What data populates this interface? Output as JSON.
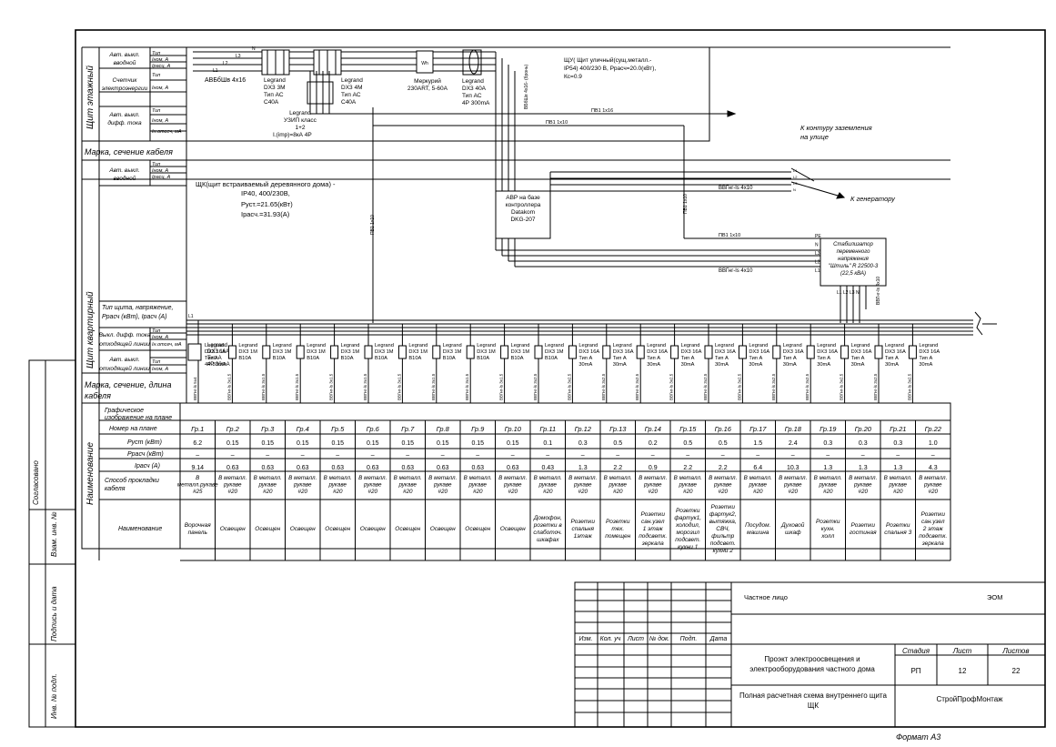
{
  "left_stamps": {
    "agreed": "Согласовано",
    "replaced_inv": "Взам. инв. №",
    "sign_date": "Подпись и дата",
    "inv_no": "Инв. № подл."
  },
  "sections": {
    "floor_panel": "Щит этажный",
    "apt_panel": "Щит квартирный",
    "names": "Наименование"
  },
  "floor_rows": [
    {
      "label1": "Авт. выкл.",
      "label2": "вводной",
      "params": [
        "Тип",
        "Iном, А",
        "Iрасц, А"
      ]
    },
    {
      "label1": "Счетчик",
      "label2": "электроэнергии",
      "params": [
        "Тип",
        "Iном, А"
      ]
    },
    {
      "label1": "Авт. выкл.",
      "label2": "дифф. тока",
      "params": [
        "Тип",
        "Iном, А",
        "Iн.отсеч, мА"
      ]
    }
  ],
  "cable_mark": "Марка, сечение кабеля",
  "apt_rows_top": {
    "label1": "Авт. выкл.",
    "label2": "вводной",
    "params": [
      "Тип",
      "Iном, А",
      "Iрасц, А"
    ]
  },
  "apt_panel_type": {
    "l1": "Тип щита, напряжение,",
    "l2": "Pрасч (кВт), Iрасч (А)"
  },
  "apt_rows_bottom": [
    {
      "label1": "Выкл. дифф. тока",
      "label2": "отходящей линии",
      "params": [
        "Тип",
        "Iном, А",
        "Iн.отсеч, мА"
      ]
    },
    {
      "label1": "Авт. выкл.",
      "label2": "отходящей линии",
      "params": [
        "Тип",
        "Iном, А"
      ]
    }
  ],
  "cable_mark_length": {
    "l1": "Марка, сечение, длина",
    "l2": "кабеля"
  },
  "upper": {
    "n": "N",
    "l3": "L3",
    "l2": "L2",
    "l1": "L1",
    "avbbshv": "АВБбШв 4х16",
    "brk1": [
      "Legrand",
      "DX3 3М",
      "Тип АС",
      "С40А"
    ],
    "brk2": [
      "Legrand",
      "DX3 4М",
      "Тип АС",
      "С40А"
    ],
    "uzip": [
      "Legrand",
      "УЗИП класс",
      "1+2",
      "I.(imp)=8кА 4Р"
    ],
    "meter": [
      "Меркурий",
      "230ART, 5-60A"
    ],
    "wh": "Wh",
    "rcd": [
      "Legrand",
      "DX3 40А",
      "Тип АС",
      "4Р 300mA"
    ],
    "vbbshv_vert": "ВБбШв 4х16- (бронь)",
    "shu": [
      "ЩУ( Щит уличный(сущ.металл.-",
      "IP54) 400/230 В, Pрасч=20.0(кВт),",
      "Кс=0.9"
    ],
    "pv16": "ПВ1 1х16",
    "pv10a": "ПВ1 1х10",
    "ground": [
      "К контуру заземления",
      "на улице"
    ],
    "gen": "К генератору",
    "vvg_gen": "ВВГнг-ls 4х10",
    "gen_pins": [
      "L1",
      "L2",
      "L3",
      "N"
    ],
    "pv10_vert1": "ПВ1 1х10",
    "pv10_vert2": "ПВ1 1х10",
    "avr": [
      "АВР на базе",
      "контроллера",
      "Datakom",
      "DKG-207"
    ],
    "pv10b": "ПВ1 1х10",
    "vvg_stab": "ВВГнг-ls 4х10",
    "stab": [
      "Стабилизатор",
      "переменного",
      "напряжения",
      "\"Штиль\" R 22500-3",
      "(22,5 кВА)"
    ],
    "stab_in": [
      "PE",
      "N",
      "L3",
      "L2",
      "L1"
    ],
    "stab_out": [
      "L1",
      "L2",
      "L3",
      "N"
    ],
    "vvg_stab_out": "ВВГнг-ls 4х10",
    "shk": [
      "ЩК(щит встраиваемый деревянного дома) -",
      "IP40, 400/230В,",
      "Pуст.=21.65(кВт)",
      "Iрасч.=31.93(А)"
    ],
    "bus_l1": "L1",
    "main_brk": [
      "Legrand",
      "DX3 16А",
      "Тип А",
      "4Р 30mA"
    ]
  },
  "circuits": [
    {
      "brk": [
        "Legrand",
        "DX3 16А",
        "Тип А",
        "4Р 30mA"
      ],
      "cable": "ВВГнг-ls 5х4",
      "group": "Гр.1",
      "p": "6.2",
      "pr": "–",
      "i": "9.14",
      "way": "В металл.рукаве #25",
      "name": "Ворочная панель"
    },
    {
      "brk": [
        "Legrand",
        "DX3 1М",
        "В10А"
      ],
      "cable": "ВВГнг-ls 3х1.5",
      "group": "Гр.2",
      "p": "0.15",
      "pr": "–",
      "i": "0.63",
      "way": "В металл. рукаве #20",
      "name": "Освещен"
    },
    {
      "brk": [
        "Legrand",
        "DX3 1М",
        "В10А"
      ],
      "cable": "ВВГнг-ls 3х1.5",
      "group": "Гр.3",
      "p": "0.15",
      "pr": "–",
      "i": "0.63",
      "way": "В металл. рукаве #20",
      "name": "Освещен"
    },
    {
      "brk": [
        "Legrand",
        "DX3 1М",
        "В10А"
      ],
      "cable": "ВВГнг-ls 3х1.5",
      "group": "Гр.4",
      "p": "0.15",
      "pr": "–",
      "i": "0.63",
      "way": "В металл. рукаве #20",
      "name": "Освещен"
    },
    {
      "brk": [
        "Legrand",
        "DX3 1М",
        "В10А"
      ],
      "cable": "ВВГнг-ls 3х1.5",
      "group": "Гр.5",
      "p": "0.15",
      "pr": "–",
      "i": "0.63",
      "way": "В металл. рукаве #20",
      "name": "Освещен"
    },
    {
      "brk": [
        "Legrand",
        "DX3 1М",
        "В10А"
      ],
      "cable": "ВВГнг-ls 3х1.5",
      "group": "Гр.6",
      "p": "0.15",
      "pr": "–",
      "i": "0.63",
      "way": "В металл. рукаве #20",
      "name": "Освещен"
    },
    {
      "brk": [
        "Legrand",
        "DX3 1М",
        "В10А"
      ],
      "cable": "ВВГнг-ls 3х1.5",
      "group": "Гр.7",
      "p": "0.15",
      "pr": "–",
      "i": "0.63",
      "way": "В металл. рукаве #20",
      "name": "Освещен"
    },
    {
      "brk": [
        "Legrand",
        "DX3 1М",
        "В10А"
      ],
      "cable": "ВВГнг-ls 3х1.5",
      "group": "Гр.8",
      "p": "0.15",
      "pr": "–",
      "i": "0.63",
      "way": "В металл. рукаве #20",
      "name": "Освещен"
    },
    {
      "brk": [
        "Legrand",
        "DX3 1М",
        "В10А"
      ],
      "cable": "ВВГнг-ls 3х1.5",
      "group": "Гр.9",
      "p": "0.15",
      "pr": "–",
      "i": "0.63",
      "way": "В металл. рукаве #20",
      "name": "Освещен"
    },
    {
      "brk": [
        "Legrand",
        "DX3 1М",
        "В10А"
      ],
      "cable": "ВВГнг-ls 3х1.5",
      "group": "Гр.10",
      "p": "0.15",
      "pr": "–",
      "i": "0.63",
      "way": "В металл. рукаве #20",
      "name": "Освещен"
    },
    {
      "brk": [
        "Legrand",
        "DX3 1М",
        "В10А"
      ],
      "cable": "ВВГнг-ls 3х2.5",
      "group": "Гр.11",
      "p": "0.1",
      "pr": "–",
      "i": "0.43",
      "way": "В металл. рукаве #20",
      "name": "Домофон, розетки в слаботоч. шкафах"
    },
    {
      "brk": [
        "Legrand",
        "DX3 16А",
        "Тип А",
        "30mA"
      ],
      "cable": "ВВГнг-ls 3х2.5",
      "group": "Гр.12",
      "p": "0.3",
      "pr": "–",
      "i": "1.3",
      "way": "В металл. рукаве #20",
      "name": "Розетки спальня 1этаж"
    },
    {
      "brk": [
        "Legrand",
        "DX3 16А",
        "Тип А",
        "30mA"
      ],
      "cable": "ВВГнг-ls 3х2.5",
      "group": "Гр.13",
      "p": "0.5",
      "pr": "–",
      "i": "2.2",
      "way": "В металл. рукаве #20",
      "name": "Розетки тех. помещен"
    },
    {
      "brk": [
        "Legrand",
        "DX3 16А",
        "Тип А",
        "30mA"
      ],
      "cable": "ВВГнг-ls 3х2.5",
      "group": "Гр.14",
      "p": "0.2",
      "pr": "–",
      "i": "0.9",
      "way": "В металл. рукаве #20",
      "name": "Розетки сан.узел 1 этаж подсветк. зеркала"
    },
    {
      "brk": [
        "Legrand",
        "DX3 16А",
        "Тип А",
        "30mA"
      ],
      "cable": "ВВГнг-ls 3х2.5",
      "group": "Гр.15",
      "p": "0.5",
      "pr": "–",
      "i": "2.2",
      "way": "В металл. рукаве #20",
      "name": "Розетки фартук1, холодил, морозил подсвет. кухни 1"
    },
    {
      "brk": [
        "Legrand",
        "DX3 16А",
        "Тип А",
        "30mA"
      ],
      "cable": "ВВГнг-ls 3х2.5",
      "group": "Гр.16",
      "p": "0.5",
      "pr": "–",
      "i": "2.2",
      "way": "В металл. рукаве #20",
      "name": "Розетки фартук2, вытяжка, СВЧ, фильтр подсвет. кухни 2"
    },
    {
      "brk": [
        "Legrand",
        "DX3 16А",
        "Тип А",
        "30mA"
      ],
      "cable": "ВВГнг-ls 3х2.5",
      "group": "Гр.17",
      "p": "1.5",
      "pr": "–",
      "i": "6.4",
      "way": "В металл. рукаве #20",
      "name": "Посудом. машина"
    },
    {
      "brk": [
        "Legrand",
        "DX3 16А",
        "Тип А",
        "30mA"
      ],
      "cable": "ВВГнг-ls 3х2.5",
      "group": "Гр.18",
      "p": "2.4",
      "pr": "–",
      "i": "10.3",
      "way": "В металл. рукаве #20",
      "name": "Духовой шкаф"
    },
    {
      "brk": [
        "Legrand",
        "DX3 16А",
        "Тип А",
        "30mA"
      ],
      "cable": "ВВГнг-ls 3х2.5",
      "group": "Гр.19",
      "p": "0.3",
      "pr": "–",
      "i": "1.3",
      "way": "В металл. рукаве #20",
      "name": "Розетки кухн. холл"
    },
    {
      "brk": [
        "Legrand",
        "DX3 16А",
        "Тип А",
        "30mA"
      ],
      "cable": "ВВГнг-ls 3х2.5",
      "group": "Гр.20",
      "p": "0.3",
      "pr": "–",
      "i": "1.3",
      "way": "В металл. рукаве #20",
      "name": "Розетки гостиная"
    },
    {
      "brk": [
        "Legrand",
        "DX3 16А",
        "Тип А",
        "30mA"
      ],
      "cable": "ВВГнг-ls 3х2.5",
      "group": "Гр.21",
      "p": "0.3",
      "pr": "–",
      "i": "1.3",
      "way": "В металл. рукаве #20",
      "name": "Розетки спальня 3"
    },
    {
      "brk": [
        "Legrand",
        "DX3 16А",
        "Тип А",
        "30mA"
      ],
      "cable": "ВВГнг-ls 3х2.5",
      "group": "Гр.22",
      "p": "1.0",
      "pr": "–",
      "i": "4.3",
      "way": "В металл. рукаве #20",
      "name": "Розетки сан.узел 2 этаж подсветк. зеркала"
    }
  ],
  "table_labels": {
    "graphic": [
      "Графическое",
      "изображение на плане"
    ],
    "plan_no": "Номер на плане",
    "p_inst": "Pуст (кВт)",
    "p_calc": "Pрасч (кВт)",
    "i_calc": "Iрасч (А)",
    "way": [
      "Способ прокладки",
      "кабеля"
    ],
    "name": "Наименование"
  },
  "title_block": {
    "client": "Частное лицо",
    "code": "ЭОМ",
    "cols": [
      "Изм.",
      "Кол. уч",
      "Лист",
      "№ док.",
      "Подп.",
      "Дата"
    ],
    "project": [
      "Проэкт электроосвещения и",
      "электрооборудования частного дома"
    ],
    "stage_h": "Стадия",
    "sheet_h": "Лист",
    "sheets_h": "Листов",
    "stage": "РП",
    "sheet": "12",
    "sheets": "22",
    "drawing": [
      "Полная расчетная схема внутреннего щита",
      "ЩК"
    ],
    "company": "СтройПрофМонтаж",
    "format": "Формат А3"
  }
}
